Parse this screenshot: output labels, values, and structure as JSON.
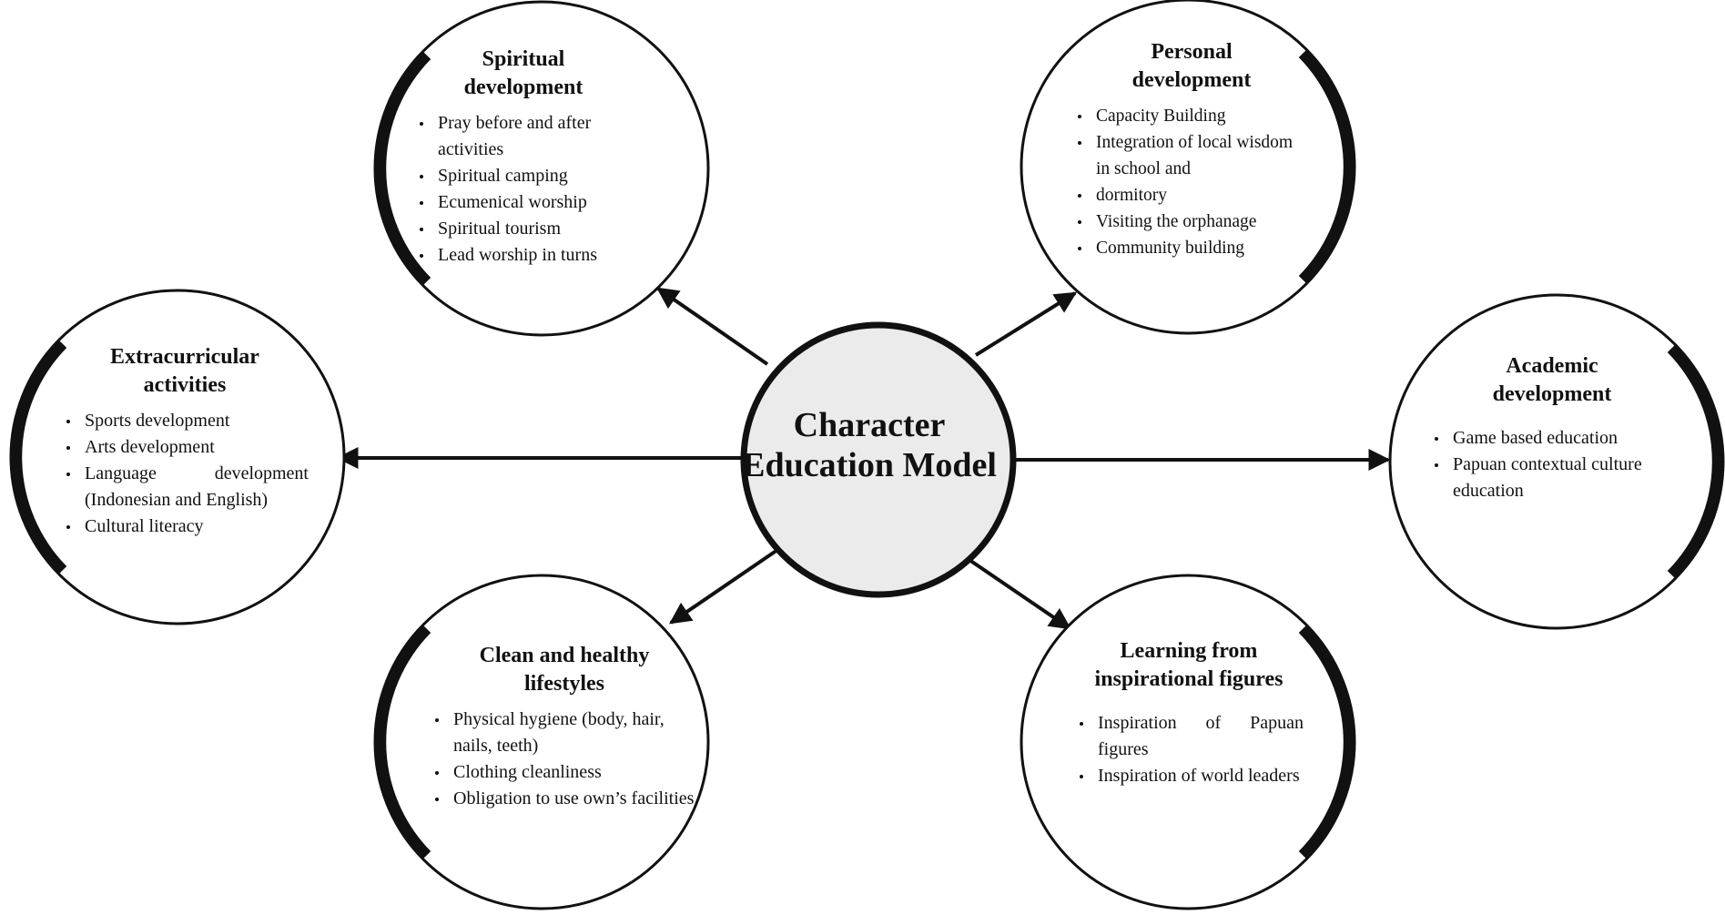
{
  "center": {
    "line1": "Character",
    "line2": "Education Model"
  },
  "nodes": {
    "spiritual": {
      "title_line1": "Spiritual",
      "title_line2": "development",
      "items": [
        "Pray before and after activities",
        "Spiritual camping",
        "Ecumenical worship",
        "Spiritual tourism",
        "Lead worship in turns"
      ]
    },
    "personal": {
      "title_line1": "Personal",
      "title_line2": "development",
      "items": [
        "Capacity Building",
        "Integration of local wisdom in school and",
        "dormitory",
        "Visiting the orphanage",
        "Community building"
      ]
    },
    "extracurricular": {
      "title_line1": "Extracurricular",
      "title_line2": "activities",
      "items": [
        "Sports development",
        "Arts development",
        "Language development (Indonesian and English)",
        "Cultural literacy"
      ]
    },
    "academic": {
      "title_line1": "Academic",
      "title_line2": "development",
      "items": [
        "Game based education",
        "Papuan contextual culture education"
      ]
    },
    "clean": {
      "title_line1": "Clean and healthy",
      "title_line2": "lifestyles",
      "items": [
        "Physical hygiene (body, hair, nails, teeth)",
        "Clothing cleanliness",
        "Obligation to use own’s facilities"
      ]
    },
    "learning": {
      "title_line1": "Learning from",
      "title_line2": "inspirational figures",
      "items": [
        "Inspiration of Papuan figures",
        "Inspiration of world leaders"
      ]
    }
  },
  "colors": {
    "center_fill": "#ebebeb",
    "stroke": "#111111",
    "background": "#ffffff"
  }
}
